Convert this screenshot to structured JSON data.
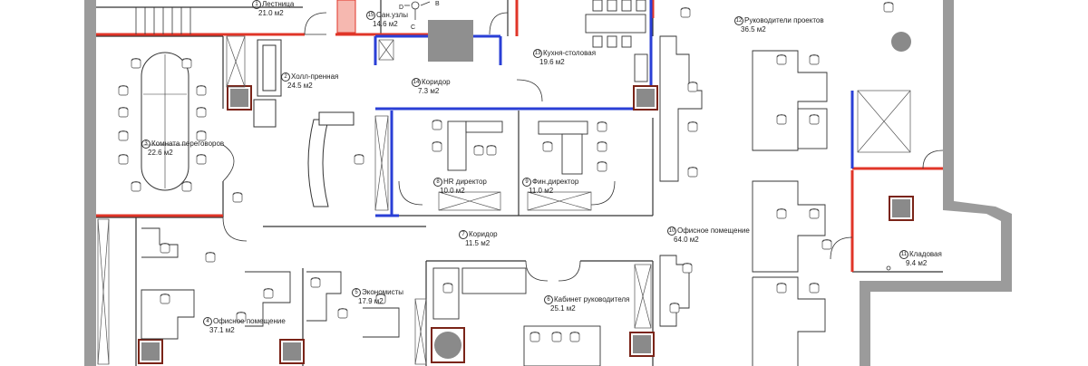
{
  "rooms": [
    {
      "id": "r1",
      "num": "1",
      "name": "Лестница",
      "area": "21.0 м2"
    },
    {
      "id": "r2",
      "num": "2",
      "name": "Холл-пренная",
      "area": "24.5 м2"
    },
    {
      "id": "r3",
      "num": "3",
      "name": "Комната переговоров",
      "area": "22.6 м2"
    },
    {
      "id": "r4",
      "num": "4",
      "name": "Офисное помещение",
      "area": "37.1 м2"
    },
    {
      "id": "r5",
      "num": "5",
      "name": "Экономисты",
      "area": "17.9 м2"
    },
    {
      "id": "r6",
      "num": "6",
      "name": "Кабинет руководителя",
      "area": "25.1 м2"
    },
    {
      "id": "r7",
      "num": "7",
      "name": "Коридор",
      "area": "11.5 м2"
    },
    {
      "id": "r8",
      "num": "8",
      "name": "HR директор",
      "area": "10.0 м2"
    },
    {
      "id": "r9",
      "num": "9",
      "name": "Фин.директор",
      "area": "11.0 м2"
    },
    {
      "id": "r10",
      "num": "10",
      "name": "Офисное помещение",
      "area": "64.0 м2"
    },
    {
      "id": "r11",
      "num": "11",
      "name": "Кладовая",
      "area": "9.4 м2"
    },
    {
      "id": "r12",
      "num": "12",
      "name": "Руководители проектов",
      "area": "36.5 м2"
    },
    {
      "id": "r13",
      "num": "13",
      "name": "Кухня-столовая",
      "area": "19.6 м2"
    },
    {
      "id": "r14",
      "num": "14",
      "name": "Коридор",
      "area": "7.3 м2"
    },
    {
      "id": "r15",
      "num": "15",
      "name": "Сан.узлы",
      "area": "14.6 м2"
    }
  ],
  "markers": {
    "d": "D",
    "b": "B",
    "c": "C"
  },
  "colors": {
    "outer_wall": "#9b9b9b",
    "new_partition": "#2a3fd6",
    "demolished_wall": "#e03528",
    "column_fill": "#8a8a8a",
    "column_frame": "#7a2418"
  }
}
